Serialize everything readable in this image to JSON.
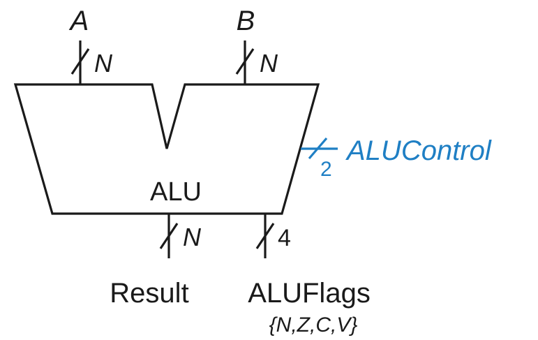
{
  "inputs": {
    "a": {
      "name": "A",
      "width": "N"
    },
    "b": {
      "name": "B",
      "width": "N"
    }
  },
  "control": {
    "name": "ALUControl",
    "width": "2"
  },
  "block": {
    "label": "ALU"
  },
  "outputs": {
    "result": {
      "name": "Result",
      "width": "N"
    },
    "flags": {
      "name": "ALUFlags",
      "width": "4",
      "members": "{N,Z,C,V}"
    }
  },
  "colors": {
    "line": "#1a1a1a",
    "control": "#1f7fc4"
  }
}
